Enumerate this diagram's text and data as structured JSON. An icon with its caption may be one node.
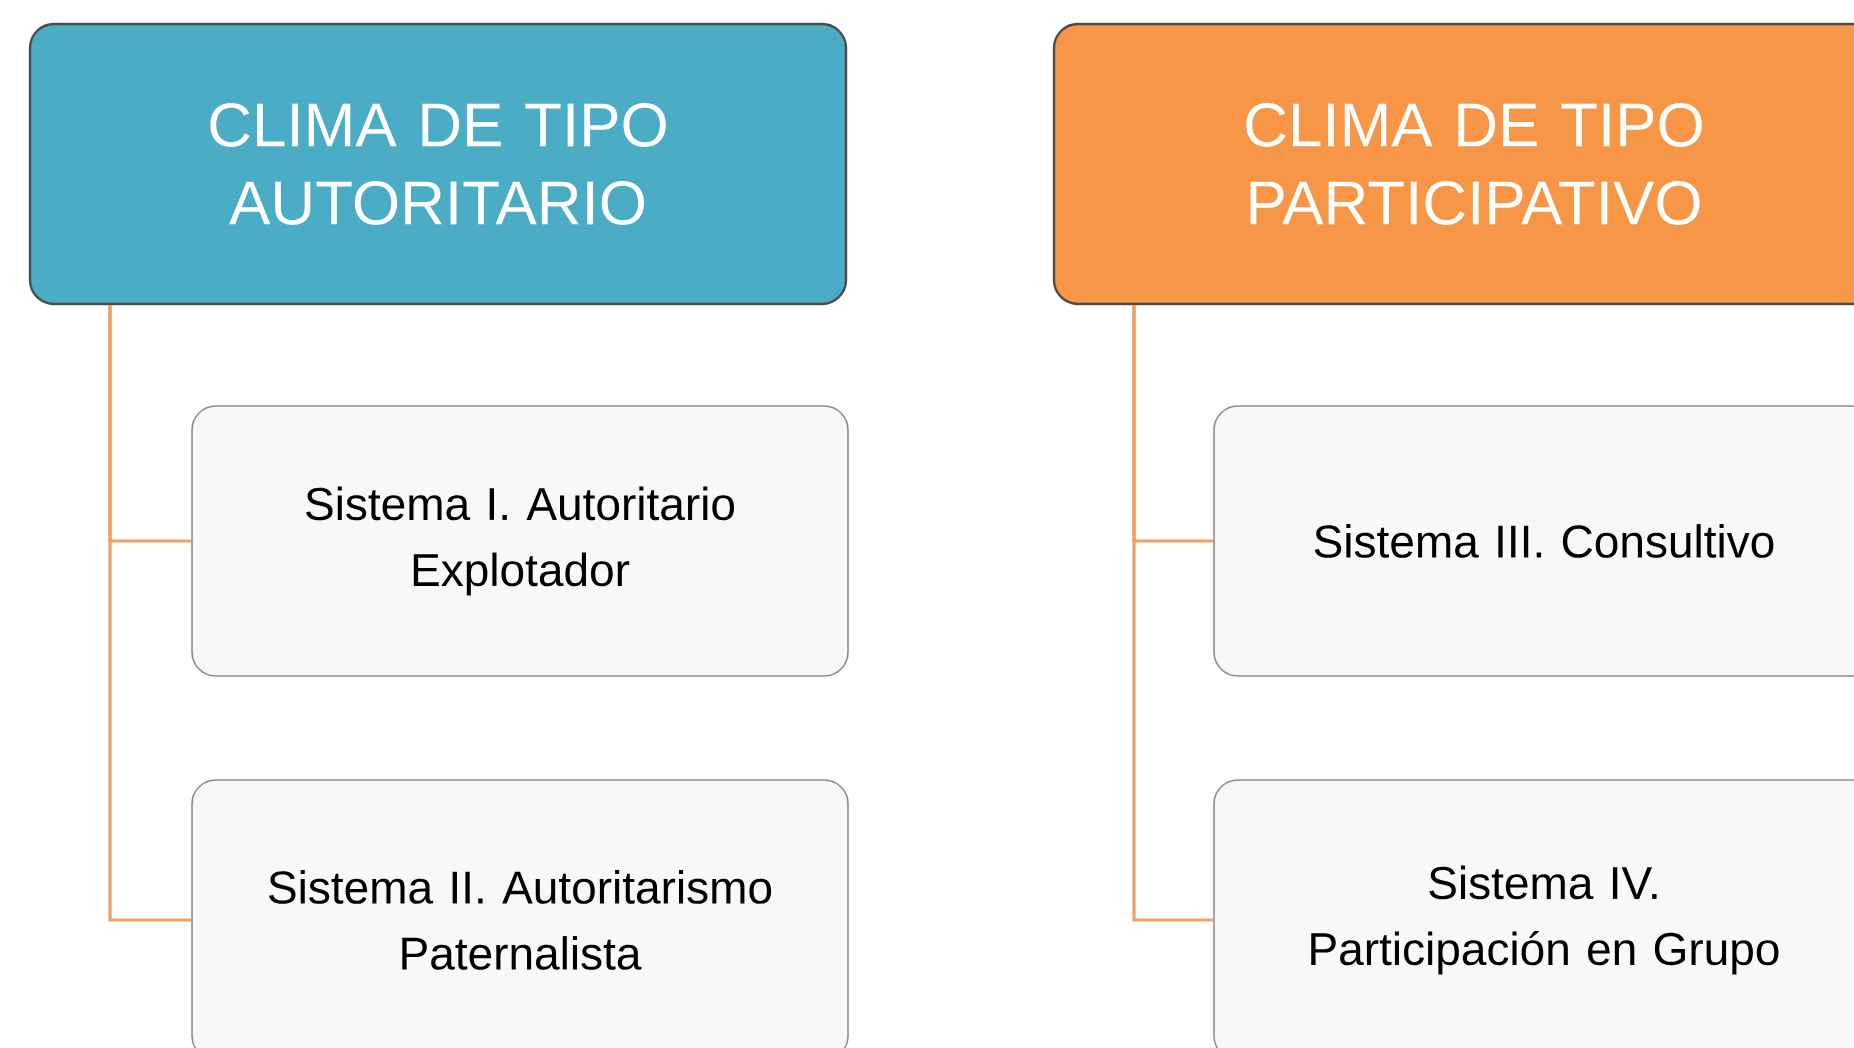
{
  "diagram": {
    "nodes": [
      {
        "text": [
          "CLIMA DE TIPO AUTORITARIO"
        ]
      },
      {
        "text": [
          "Sistema I. Autoritario Explotador"
        ]
      },
      {
        "text": [
          "Sistema II. Autoritarismo Paternalista"
        ]
      },
      {
        "text": [
          "CLIMA DE TIPO PARTICIPATIVO"
        ]
      },
      {
        "text": [
          "Sistema III. Consultivo"
        ]
      },
      {
        "text": [
          "Sistema IV. Participación en Grupo"
        ]
      }
    ],
    "edges": [
      {
        "from": 0,
        "to": 1,
        "arrow": "none"
      },
      {
        "from": 0,
        "to": 2,
        "arrow": "none"
      },
      {
        "from": 3,
        "to": 4,
        "arrow": "none"
      },
      {
        "from": 3,
        "to": 5,
        "arrow": "none"
      }
    ]
  }
}
